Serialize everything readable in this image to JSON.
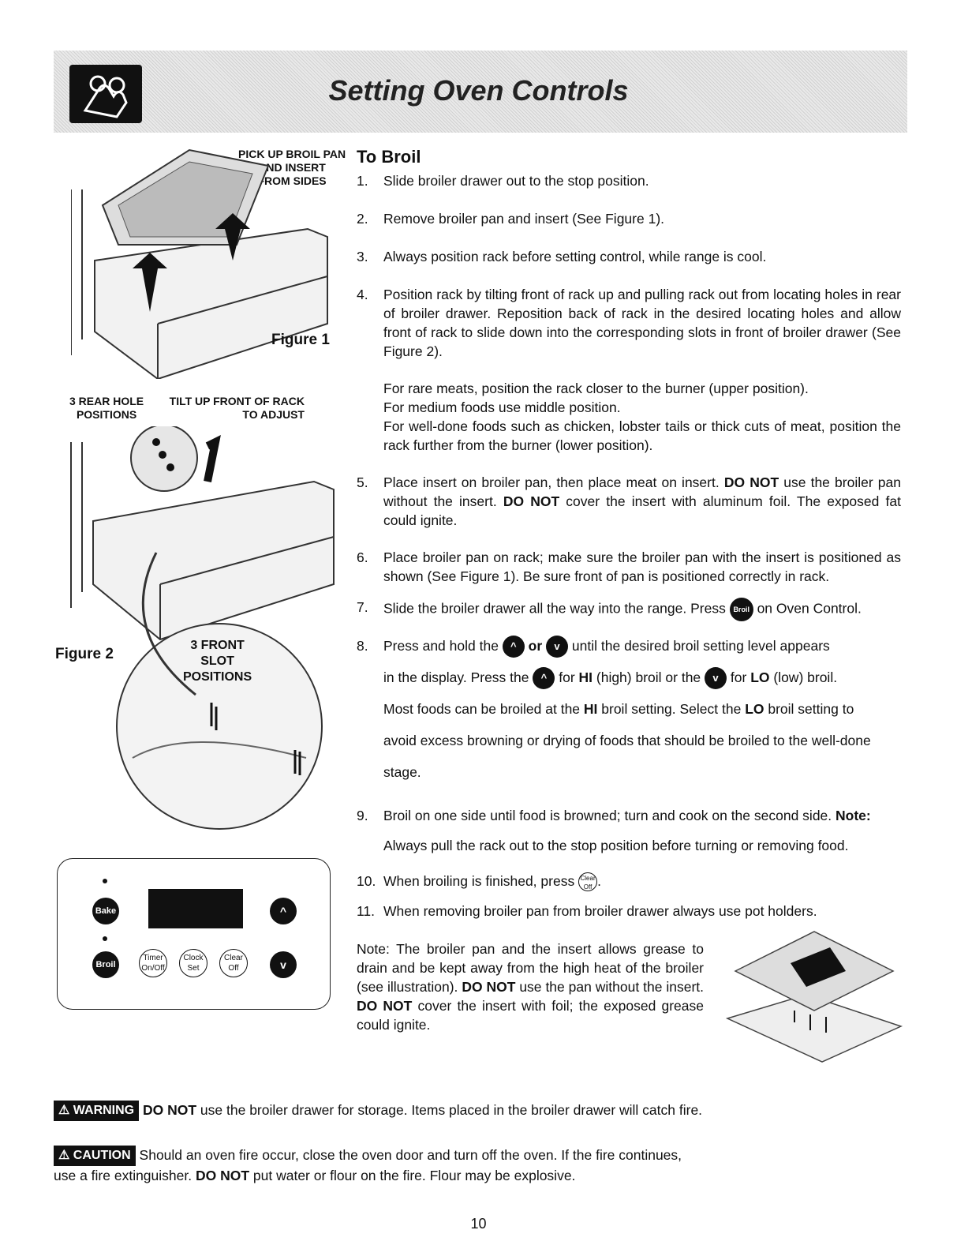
{
  "header": {
    "title": "Setting Oven Controls",
    "icon": "hand-touch-icon"
  },
  "figure1": {
    "callout": "PICK UP BROIL PAN\nAND INSERT\nFROM SIDES",
    "label": "Figure 1"
  },
  "figure2": {
    "callout_rear": "3 REAR HOLE\nPOSITIONS",
    "callout_tilt": "TILT UP FRONT OF RACK\nTO ADJUST",
    "callout_front": "3 FRONT\nSLOT\nPOSITIONS",
    "label": "Figure 2"
  },
  "control_panel": {
    "bake": "Bake",
    "broil": "Broil",
    "timer": "Timer On/Off",
    "clock": "Clock Set",
    "clear": "Clear Off",
    "up": "^",
    "down": "v"
  },
  "section": {
    "title": "To Broil",
    "steps": [
      {
        "n": "1.",
        "text": "Slide broiler drawer out to the stop position."
      },
      {
        "n": "2.",
        "text": "Remove broiler pan and insert (See Figure 1)."
      },
      {
        "n": "3.",
        "text": "Always position rack before setting control, while range is cool."
      },
      {
        "n": "4.",
        "text": "Position rack by tilting front of rack up and pulling rack out from locating holes in rear of broiler drawer. Reposition back of rack in the desired locating holes and allow front of rack to slide down into the corresponding slots in front of broiler drawer (See Figure 2)."
      },
      {
        "n": "",
        "text": "For rare meats, position the rack closer to the burner (upper position).\nFor medium foods use middle position.\nFor well-done foods such as chicken, lobster tails or thick cuts of meat, position the rack further from the burner (lower position)."
      }
    ],
    "step5": {
      "n": "5.",
      "a": "Place insert on broiler pan, then place meat on insert. ",
      "b": "DO NOT",
      "c": " use the broiler pan without the insert. ",
      "d": "DO NOT",
      "e": " cover the insert with aluminum foil. The exposed fat could ignite."
    },
    "step6": {
      "n": "6.",
      "text": "Place broiler pan on rack; make sure the broiler pan with the insert is positioned as shown (See Figure 1). Be sure front of pan is positioned correctly in rack."
    },
    "step7": {
      "n": "7.",
      "a": "Slide the broiler drawer all the way into the range. Press ",
      "btn": "Broil",
      "b": " on Oven Control."
    },
    "step8": {
      "n": "8.",
      "a": "Press and hold the ",
      "or": "or",
      "b": " until the desired broil setting level appears",
      "c": "in the display. Press the ",
      "d": " for ",
      "hi": "HI",
      "e": " (high) broil or the ",
      "f": " for ",
      "lo": "LO",
      "g": " (low) broil.",
      "h": "Most foods can be broiled at the ",
      "hi2": "HI",
      "i": " broil setting. Select the ",
      "lo2": "LO",
      "j": " broil setting to",
      "k": "avoid excess browning or drying of foods that should be broiled to the well-done",
      "l": "stage."
    },
    "step9": {
      "n": "9.",
      "a": "Broil on one side until food is browned; turn and cook on the second side. ",
      "note": "Note:",
      "b": "Always pull the rack out to the stop position before turning or removing food."
    },
    "step10": {
      "n": "10.",
      "a": "When broiling is finished, press ",
      "btn": "Clear Off",
      "b": "."
    },
    "step11": {
      "n": "11.",
      "text": "When removing broiler pan from broiler drawer always use pot holders."
    }
  },
  "note": {
    "a": "Note: The broiler pan and the insert allows grease to drain and be kept away from the high heat of the broiler (see illustration). ",
    "b": "DO NOT",
    "c": " use the pan without the insert. ",
    "d": "DO NOT",
    "e": " cover the insert with foil; the exposed grease could ignite."
  },
  "warning": {
    "badge": "WARNING",
    "b": "DO NOT",
    "text": " use the broiler drawer for storage. Items placed in the broiler drawer will catch fire."
  },
  "caution": {
    "badge": "CAUTION",
    "text": " Should an oven fire occur, close the oven door and turn off the oven. If the fire continues,",
    "line2a": "use a fire extinguisher. ",
    "b": "DO NOT",
    "line2b": " put water or flour on the fire. Flour may be explosive."
  },
  "page_number": "10"
}
